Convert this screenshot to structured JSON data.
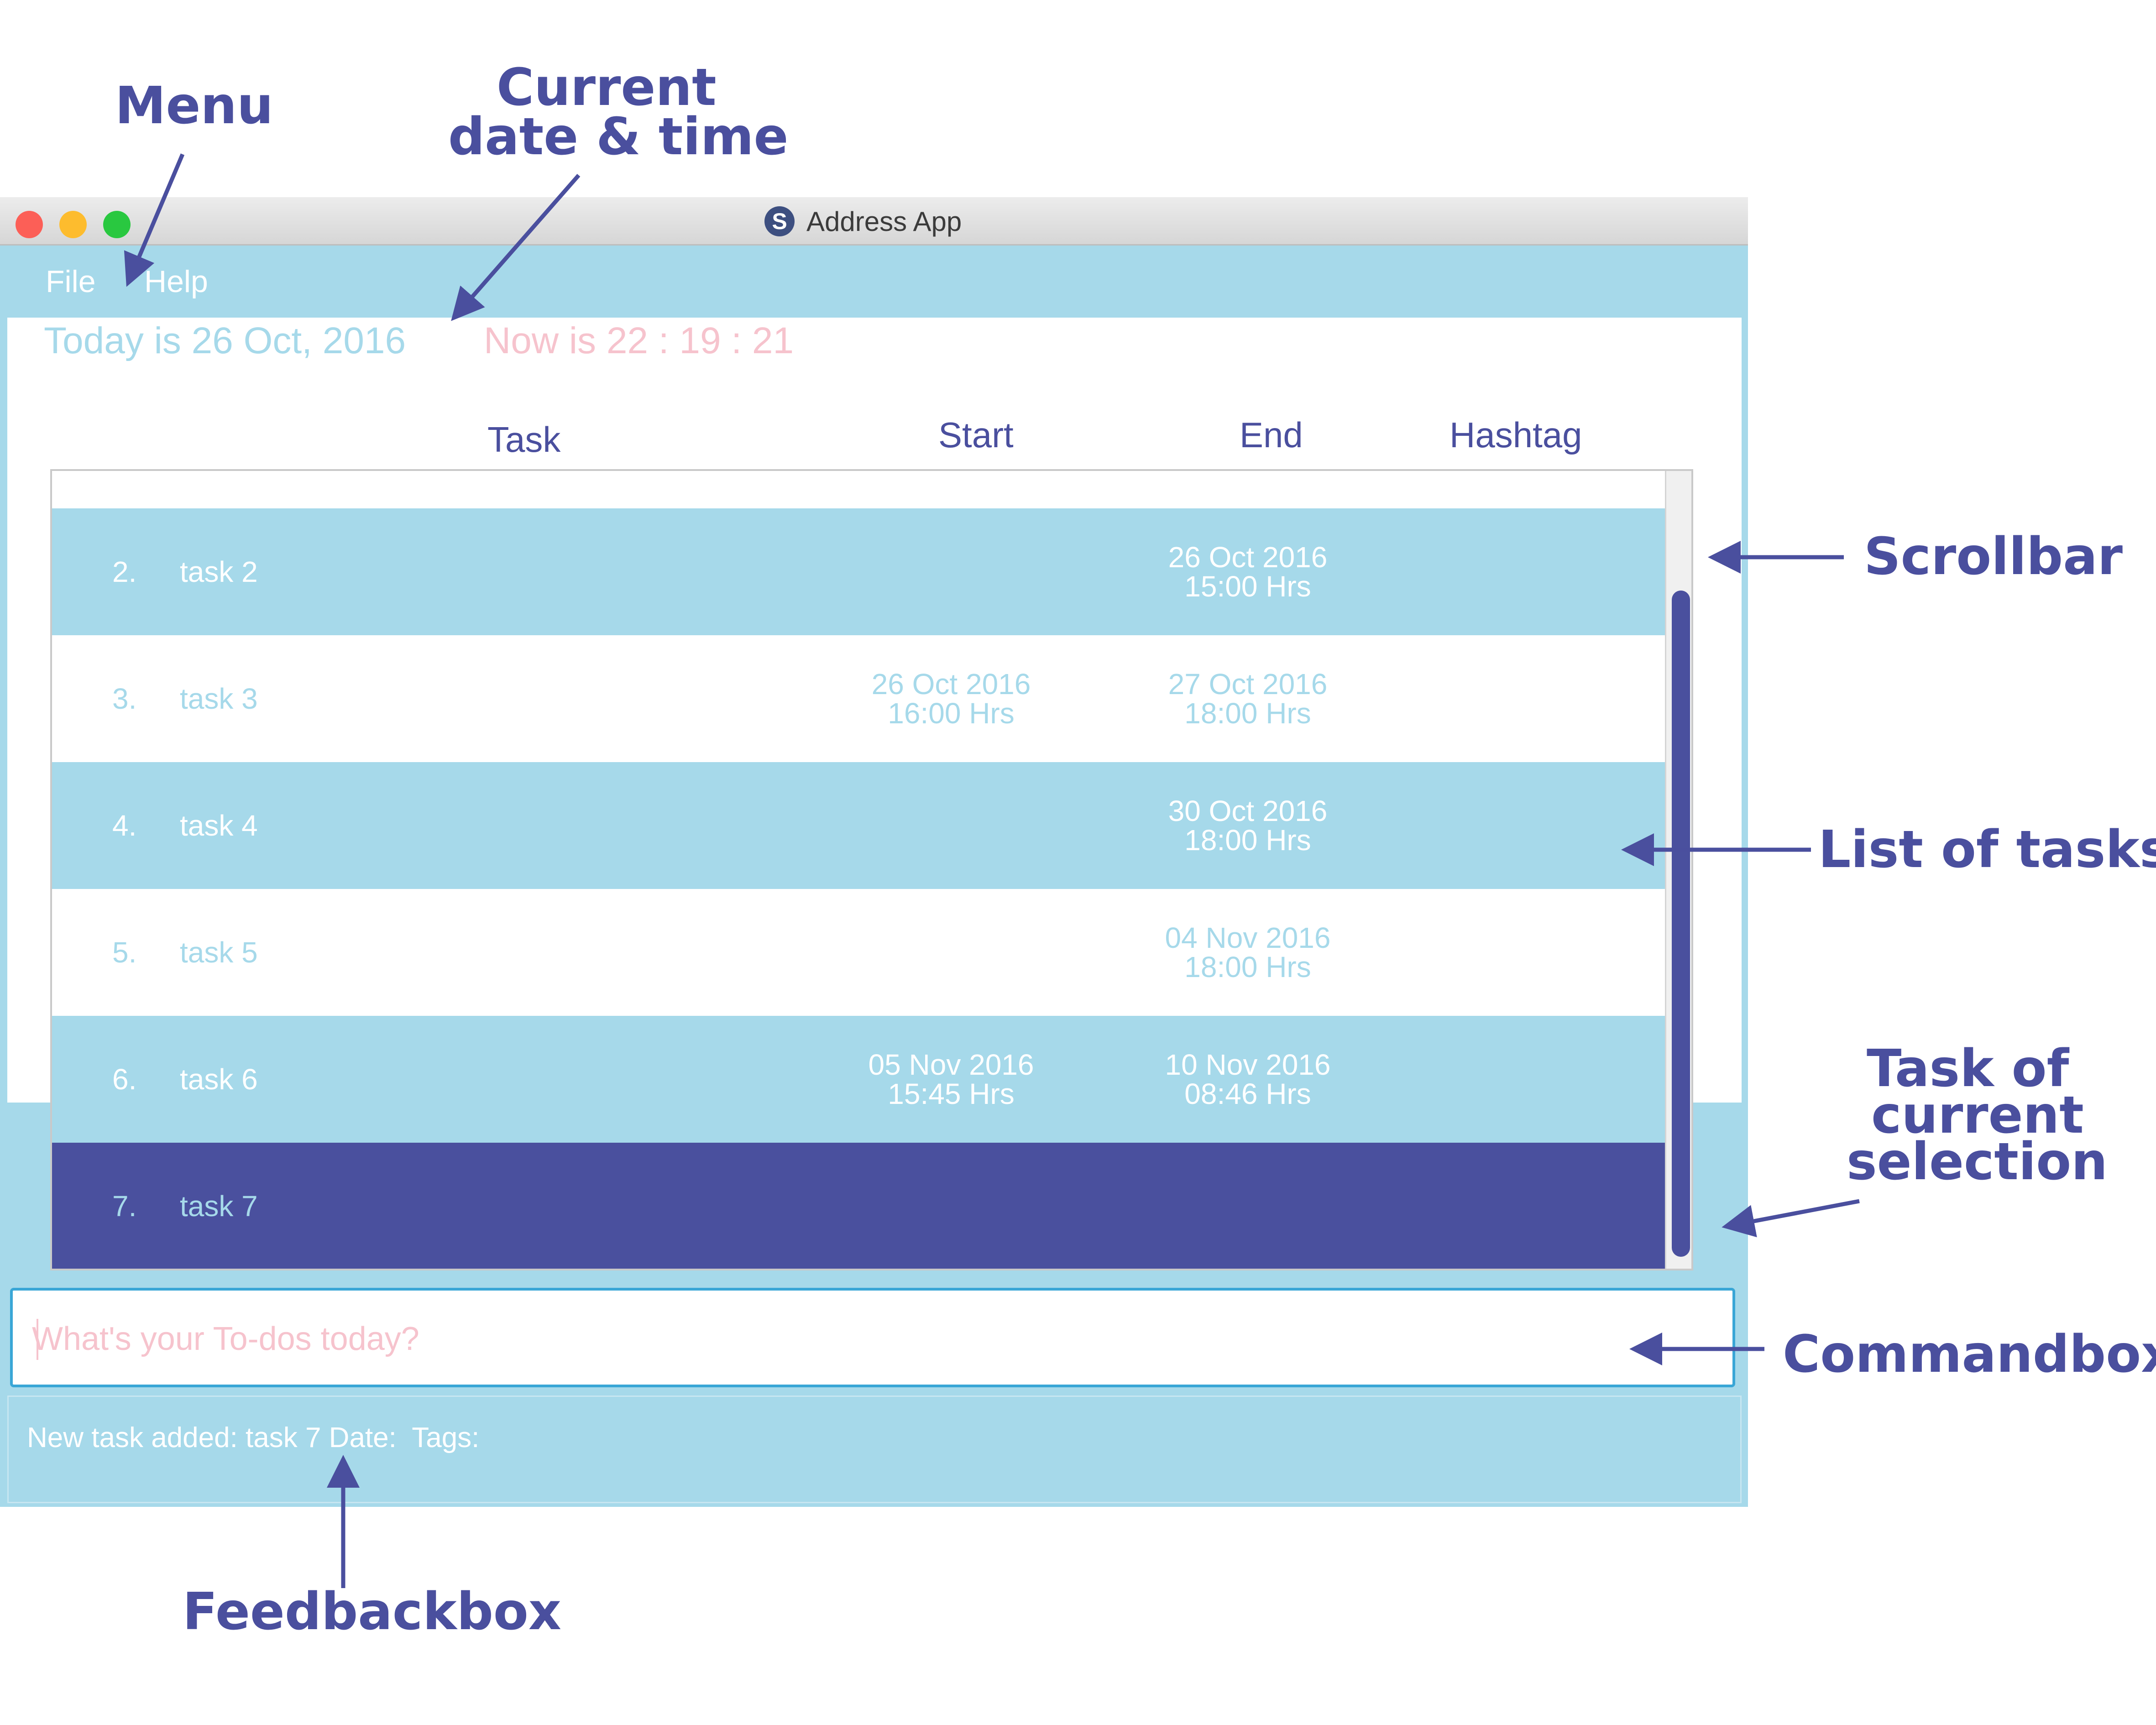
{
  "window": {
    "title": "Address App",
    "logo_letter": "S",
    "traffic_lights": {
      "close": "#fc5f57",
      "minimize": "#fdbc2e",
      "zoom": "#29c840"
    }
  },
  "menu": {
    "items": [
      "File",
      "Help"
    ]
  },
  "datetime": {
    "today": "Today is 26 Oct, 2016",
    "now": "Now is 22 : 19 : 21"
  },
  "columns": {
    "task": "Task",
    "start": "Start",
    "end": "End",
    "hashtag": "Hashtag"
  },
  "tasks": [
    {
      "index": "2.",
      "name": "task 2",
      "start_date": "",
      "start_time": "",
      "end_date": "26 Oct 2016",
      "end_time": "15:00 Hrs",
      "style": "blue"
    },
    {
      "index": "3.",
      "name": "task 3",
      "start_date": "26 Oct 2016",
      "start_time": "16:00 Hrs",
      "end_date": "27 Oct 2016",
      "end_time": "18:00 Hrs",
      "style": "white"
    },
    {
      "index": "4.",
      "name": "task 4",
      "start_date": "",
      "start_time": "",
      "end_date": "30 Oct 2016",
      "end_time": "18:00 Hrs",
      "style": "blue"
    },
    {
      "index": "5.",
      "name": "task 5",
      "start_date": "",
      "start_time": "",
      "end_date": "04 Nov 2016",
      "end_time": "18:00 Hrs",
      "style": "white"
    },
    {
      "index": "6.",
      "name": "task 6",
      "start_date": "05 Nov 2016",
      "start_time": "15:45 Hrs",
      "end_date": "10 Nov 2016",
      "end_time": "08:46 Hrs",
      "style": "blue"
    },
    {
      "index": "7.",
      "name": "task 7",
      "start_date": "",
      "start_time": "",
      "end_date": "",
      "end_time": "",
      "style": "sel"
    }
  ],
  "commandbox": {
    "placeholder": "What's your To-dos today?",
    "value": ""
  },
  "feedback": {
    "text": "New task added: task 7 Date:  Tags: "
  },
  "annotations": {
    "menu": "Menu",
    "datetime_line1": "Current",
    "datetime_line2": "date & time",
    "scrollbar": "Scrollbar",
    "list": "List of tasks",
    "selection_line1": "Task of",
    "selection_line2": "current",
    "selection_line3": "selection",
    "commandbox": "Commandbox",
    "feedbackbox": "Feedbackbox"
  },
  "colors": {
    "accent_blue": "#a6d9ea",
    "selection": "#4a509e",
    "annotation": "#4a4f9e",
    "pink": "#f6c3cd",
    "focus_border": "#39a6d6"
  }
}
